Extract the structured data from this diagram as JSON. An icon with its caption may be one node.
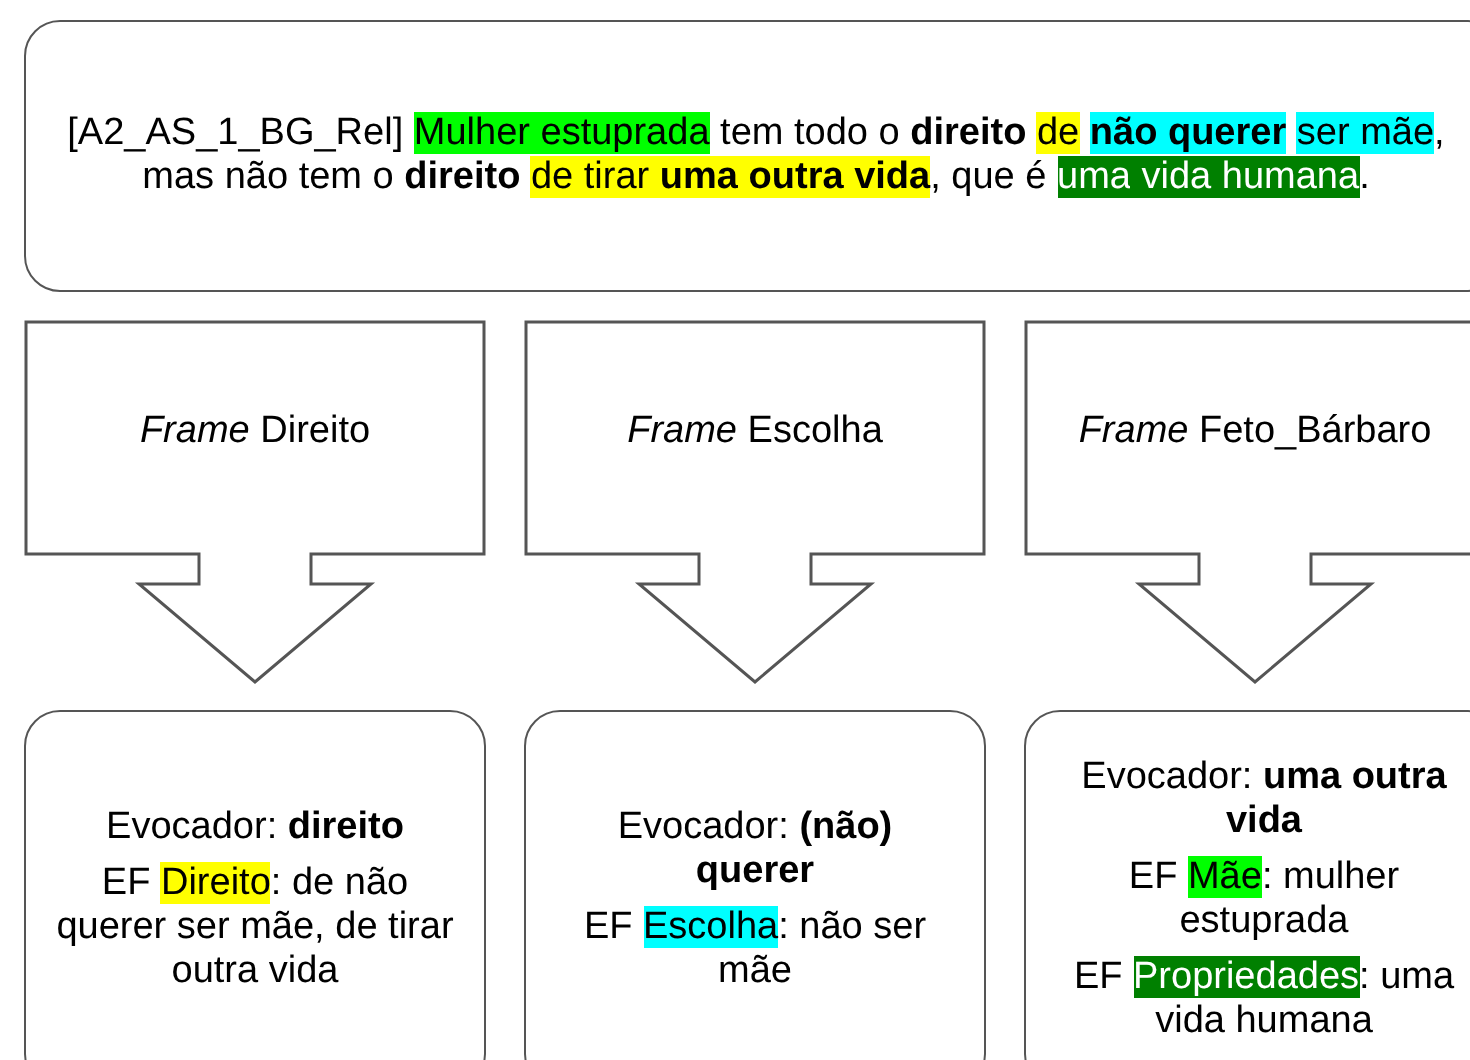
{
  "diagram": {
    "nodes": [
      {
        "text": [
          "[A2_AS_1_BG_Rel] Mulher estuprada tem todo o **direito** de **não querer** ser mãe, mas não tem o **direito** de tirar **uma outra vida**, que é uma vida humana."
        ]
      },
      {
        "text": [
          "*Frame* Direito"
        ]
      },
      {
        "text": [
          "*Frame* Escolha"
        ]
      },
      {
        "text": [
          "*Frame* Feto_Bárbaro"
        ]
      },
      {
        "text": [
          "Evocador: **direito**",
          "EF Direito: de não querer ser mãe, de tirar outra vida"
        ]
      },
      {
        "text": [
          "Evocador: **(não) querer**",
          "EF Escolha: não ser mãe"
        ]
      },
      {
        "text": [
          "Evocador: **uma outra vida**",
          "EF Mãe: mulher estuprada",
          "EF Propriedades: uma vida humana"
        ]
      }
    ]
  }
}
